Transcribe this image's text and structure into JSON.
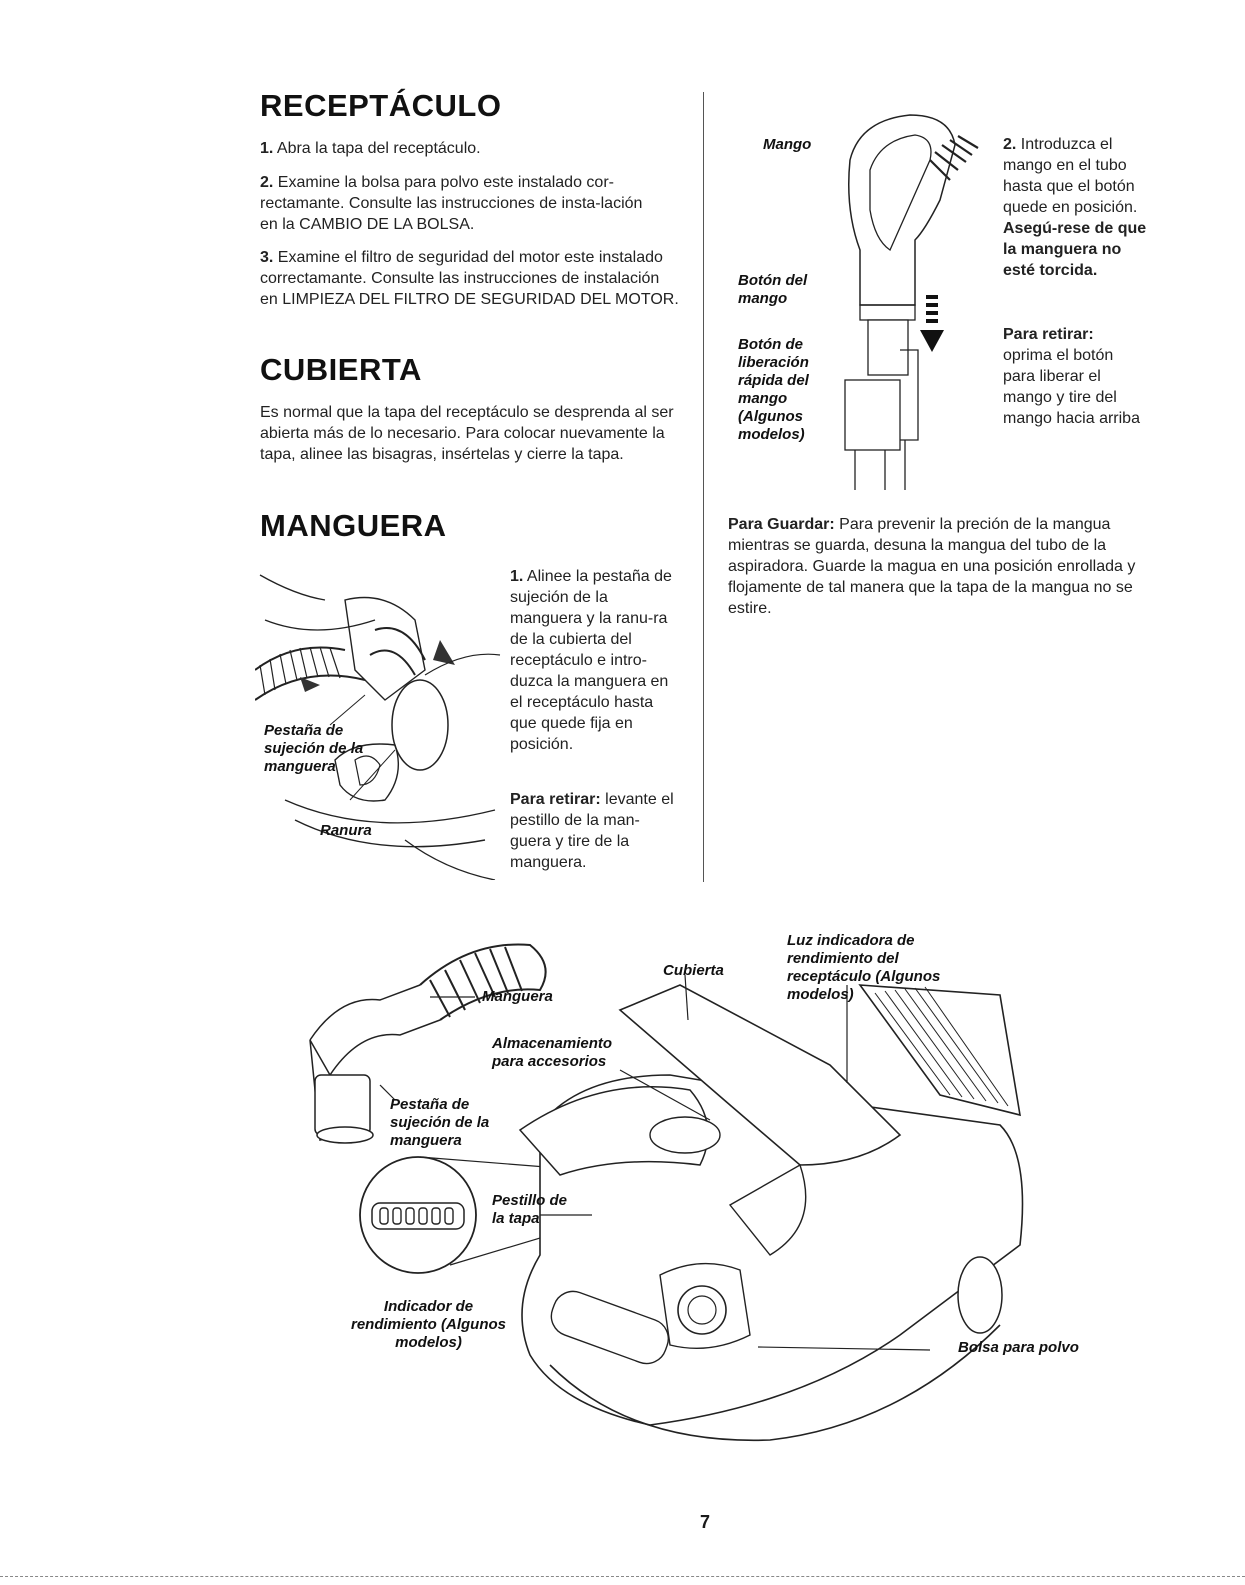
{
  "receptaculo": {
    "title": "RECEPTÁCULO",
    "p1_num": "1.",
    "p1": " Abra la tapa del receptáculo.",
    "p2_num": "2.",
    "p2": " Examine la bolsa para polvo este instalado cor-rectamante. Consulte las instrucciones de insta-lación en la CAMBIO DE LA BOLSA.",
    "p3_num": "3.",
    "p3": " Examine el filtro de seguridad del motor este instalado correctamante. Consulte las instrucciones de instalación en LIMPIEZA DEL FILTRO DE SEGURIDAD DEL MOTOR."
  },
  "cubierta": {
    "title": "CUBIERTA",
    "p1": "Es normal que la tapa del receptáculo se desprenda al ser abierta más de lo necesario. Para colocar nuevamente la tapa, alinee las bisagras, insértelas y cierre la tapa."
  },
  "manguera": {
    "title": "MANGUERA",
    "step_num": "1.",
    "step": " Alinee la pestaña de sujeción de la manguera y la ranu-ra de la cubierta del receptáculo e intro-duzca la manguera en el receptáculo hasta que quede fija en posición.",
    "retirar_label": "Para retirar:",
    "retirar": " levante el pestillo de la man-guera y tire de la manguera.",
    "fig_label_pestana": "Pestaña de sujeción de la manguera",
    "fig_label_ranura": "Ranura"
  },
  "mango": {
    "label_mango": "Mango",
    "label_boton_mango": "Botón del mango",
    "label_boton_liberacion": "Botón de liberación rápida del mango (Algunos modelos)",
    "step_num": "2.",
    "step": " Introduzca el mango en el tubo hasta que el botón quede en posición.",
    "step_bold": " Asegú-rese de que la manguera no esté torcida.",
    "retirar_label": "Para retirar:",
    "retirar": " oprima el botón para liberar el mango y tire del mango hacia arriba"
  },
  "guardar": {
    "label": "Para Guardar:",
    "text": " Para prevenir la preción de la mangua mientras se guarda, desuna la mangua del tubo de la aspiradora. Guarde la magua en una posición enrollada  y flojamente de tal manera que la tapa de la mangua no se estire."
  },
  "diagram": {
    "manguera": "Manguera",
    "cubierta": "Cubierta",
    "luz": "Luz indicadora de rendimiento del receptáculo (Algunos modelos)",
    "almacenamiento": "Almacenamiento para accesorios",
    "pestana": "Pestaña de sujeción de la manguera",
    "pestillo": "Pestillo de la tapa",
    "indicador": "Indicador de rendimiento (Algunos modelos)",
    "bolsa": "Bolsa para polvo"
  },
  "page_number": "7"
}
